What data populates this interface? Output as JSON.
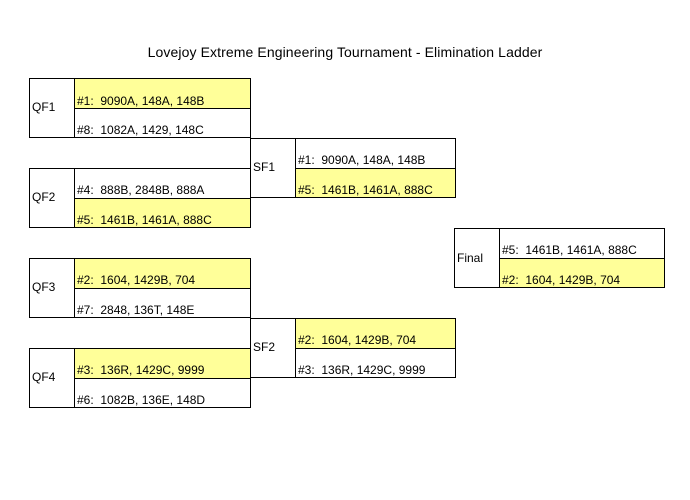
{
  "title": "Lovejoy Extreme Engineering Tournament - Elimination Ladder",
  "colors": {
    "highlight": "#ffff99",
    "border": "#000000"
  },
  "rounds": {
    "qf1": {
      "label": "QF1",
      "top": "#1:  9090A, 148A, 148B",
      "bottom": "#8:  1082A, 1429, 148C",
      "winner": "top"
    },
    "qf2": {
      "label": "QF2",
      "top": "#4:  888B, 2848B, 888A",
      "bottom": "#5:  1461B, 1461A, 888C",
      "winner": "bottom"
    },
    "qf3": {
      "label": "QF3",
      "top": "#2:  1604, 1429B, 704",
      "bottom": "#7:  2848, 136T, 148E",
      "winner": "top"
    },
    "qf4": {
      "label": "QF4",
      "top": "#3:  136R, 1429C, 9999",
      "bottom": "#6:  1082B, 136E, 148D",
      "winner": "top"
    },
    "sf1": {
      "label": "SF1",
      "top": "#1:  9090A, 148A, 148B",
      "bottom": "#5:  1461B, 1461A, 888C",
      "winner": "bottom"
    },
    "sf2": {
      "label": "SF2",
      "top": "#2:  1604, 1429B, 704",
      "bottom": "#3:  136R, 1429C, 9999",
      "winner": "top"
    },
    "final": {
      "label": "Final",
      "top": "#5:  1461B, 1461A, 888C",
      "bottom": "#2:  1604, 1429B, 704",
      "winner": "bottom"
    }
  }
}
